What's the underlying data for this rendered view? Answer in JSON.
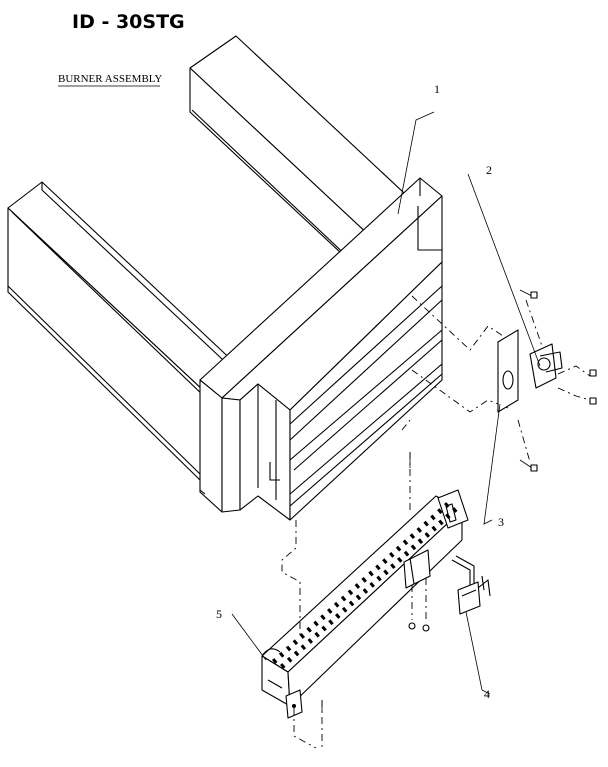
{
  "header": {
    "model": "ID - 30STG",
    "section": "BURNER ASSEMBLY"
  },
  "callouts": [
    {
      "id": "1",
      "label": "1"
    },
    {
      "id": "2",
      "label": "2"
    },
    {
      "id": "3",
      "label": "3"
    },
    {
      "id": "4",
      "label": "4"
    },
    {
      "id": "5",
      "label": "5"
    }
  ]
}
